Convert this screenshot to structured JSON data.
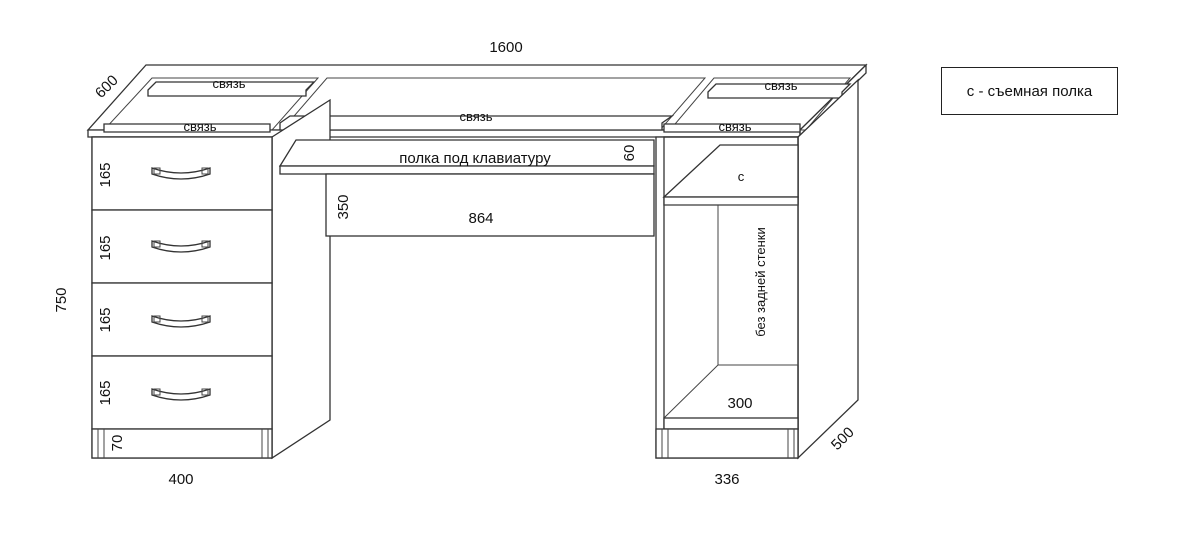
{
  "dimensions": {
    "total_width": "1600",
    "depth_top": "600",
    "height": "750",
    "pedestal_left_width": "400",
    "pedestal_right_width": "336",
    "depth_side": "500",
    "drawer_1": "165",
    "drawer_2": "165",
    "drawer_3": "165",
    "drawer_4": "165",
    "plinth": "70",
    "knee_width": "864",
    "knee_panel_height": "350",
    "keyboard_shelf_height": "60",
    "niche_width": "300"
  },
  "labels": {
    "tie_top_left": "связь",
    "tie_front_left": "связь",
    "tie_center": "связь",
    "tie_top_right": "связь",
    "tie_front_right": "связь",
    "keyboard_shelf": "полка под клавиатуру",
    "removable_shelf_mark": "с",
    "no_back_wall": "без задней стенки"
  },
  "legend": {
    "text": "с - съемная полка"
  }
}
